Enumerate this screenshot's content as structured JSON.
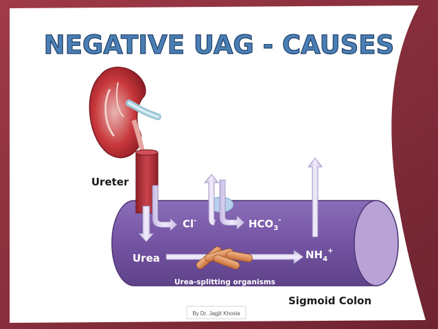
{
  "slide": {
    "title": "NEGATIVE UAG - CAUSES",
    "footer": "By Dr. Jagjit Khosla"
  },
  "labels": {
    "ureter": "Ureter",
    "cl": "Cl",
    "cl_sup": "-",
    "hco3_base": "HCO",
    "hco3_sub": "3",
    "hco3_sup": "-",
    "urea": "Urea",
    "nh4_base": "NH",
    "nh4_sub": "4",
    "nh4_sup": "+",
    "organisms": "Urea-splitting organisms",
    "colon": "Sigmoid Colon"
  },
  "colors": {
    "frame": "#8a2e3a",
    "title_fill": "#4a7fb5",
    "colon_body": "#7b5ea8",
    "colon_end": "#b9a3d6",
    "ureter": "#b5303a",
    "arrow_fill": "#dcd3ef",
    "bacteria": "#d88a55"
  }
}
